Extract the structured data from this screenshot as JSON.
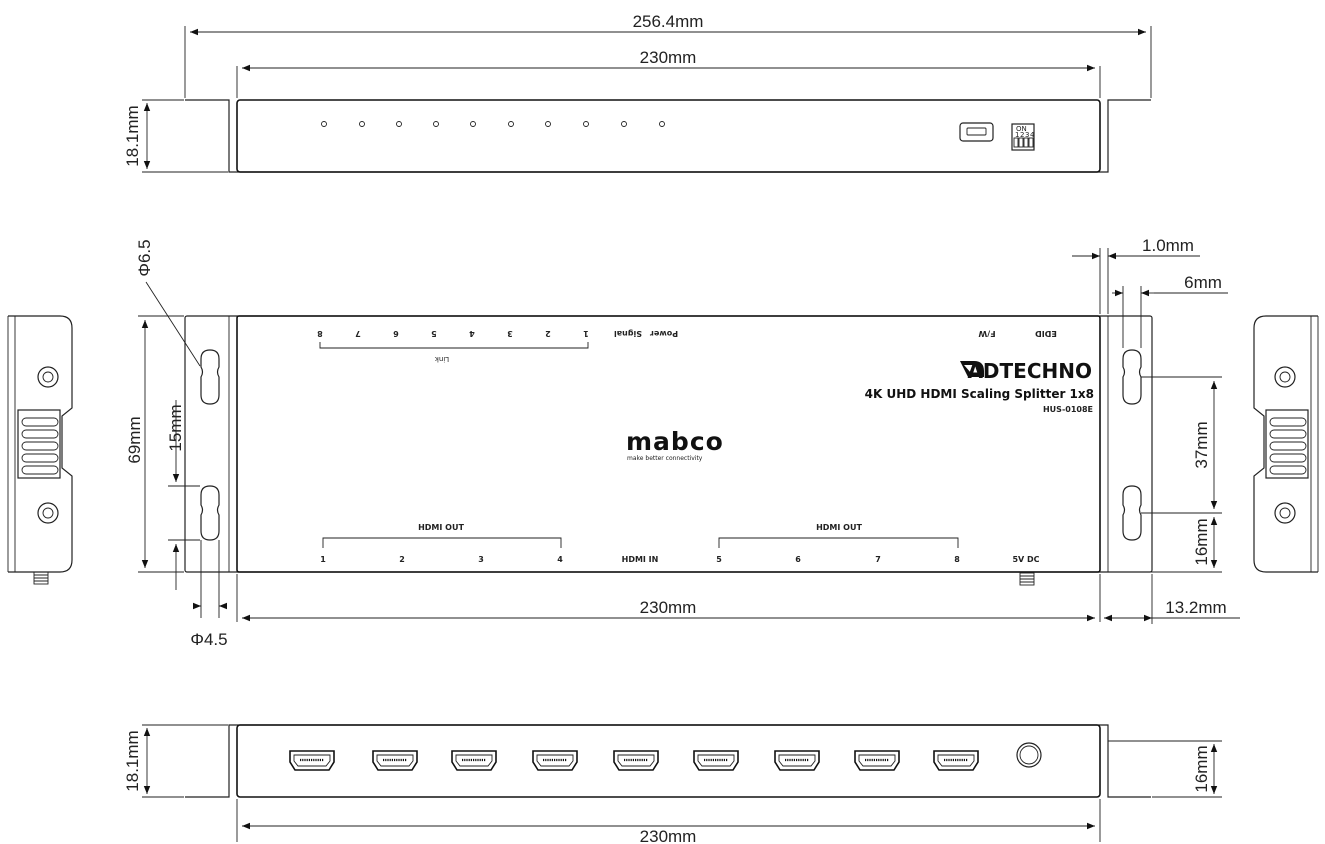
{
  "dimensions": {
    "overall_width": "256.4mm",
    "body_width": "230mm",
    "front_height": "18.1mm",
    "flange_thickness": "1.0mm",
    "slot_width": "6mm",
    "hole_large": "Φ6.5",
    "hole_small": "Φ4.5",
    "depth": "69mm",
    "slot_length": "15mm",
    "slot_spacing": "37mm",
    "slot_offset": "16mm",
    "flange_width": "13.2mm",
    "back_height": "18.1mm",
    "port_height": "16mm"
  },
  "top_view": {
    "brand_name": "ADTECHNO",
    "product_name": "4K UHD HDMI Scaling Splitter 1x8",
    "model": "HUS-0108E",
    "logo": "mabco",
    "logo_tagline": "make better connectivity",
    "top_labels": [
      "8",
      "7",
      "6",
      "5",
      "4",
      "3",
      "2",
      "1",
      "Power",
      "Signal",
      "F/W",
      "EDID"
    ],
    "link_label": "Link",
    "hdmi_out_left": "HDMI OUT",
    "hdmi_out_right": "HDMI OUT",
    "bottom_port_labels": [
      "1",
      "2",
      "3",
      "4",
      "HDMI IN",
      "5",
      "6",
      "7",
      "8",
      "5V DC"
    ]
  },
  "dip_switch": {
    "on_label": "ON",
    "numbers": [
      "1",
      "2",
      "3",
      "4"
    ]
  }
}
